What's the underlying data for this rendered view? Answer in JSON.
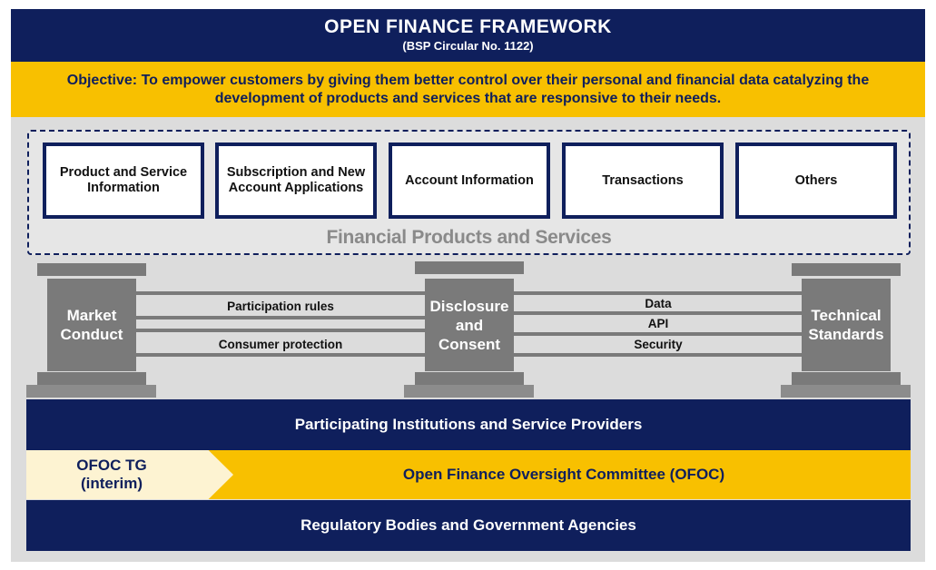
{
  "header": {
    "title": "OPEN FINANCE FRAMEWORK",
    "subtitle": "(BSP Circular No. 1122)"
  },
  "objective": {
    "line1": "Objective: To empower customers by giving them better control over their personal and financial data catalyzing the",
    "line2": "development of products and services that are responsive to their needs."
  },
  "financial_products": {
    "label": "Financial Products and Services",
    "items": [
      {
        "label": "Product and Service Information"
      },
      {
        "label": "Subscription and New Account Applications"
      },
      {
        "label": "Account Information"
      },
      {
        "label": "Transactions"
      },
      {
        "label": "Others"
      }
    ]
  },
  "pillars": {
    "left": {
      "line1": "Market",
      "line2": "Conduct"
    },
    "middle": {
      "line1": "Disclosure",
      "line2": "and",
      "line3": "Consent"
    },
    "right": {
      "line1": "Technical",
      "line2": "Standards"
    }
  },
  "connectors": {
    "left": [
      "Participation rules",
      "Consumer protection"
    ],
    "right": [
      "Data",
      "API",
      "Security"
    ]
  },
  "bands": {
    "participating": "Participating Institutions and Service Providers",
    "ofoc_tg": {
      "line1": "OFOC TG",
      "line2": "(interim)"
    },
    "ofoc": "Open Finance Oversight Committee (OFOC)",
    "regulatory": "Regulatory Bodies and Government Agencies"
  },
  "colors": {
    "navy": "#0f1f5c",
    "gold": "#f8c000",
    "pillar_grey": "#7a7a7a",
    "label_grey": "#8a8a8a",
    "pale_yellow": "#fdf3d2"
  }
}
